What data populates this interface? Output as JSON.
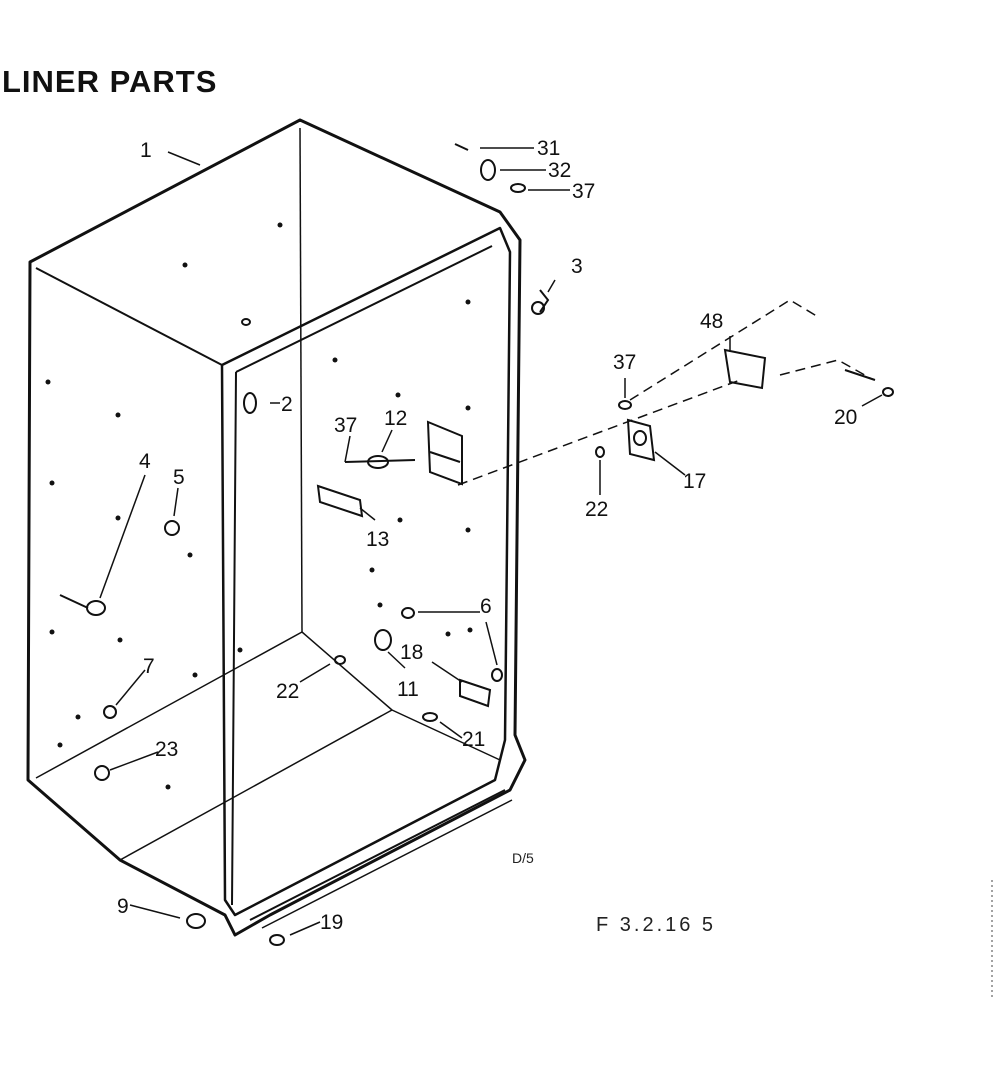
{
  "title": "LINER PARTS",
  "footer_codes": [
    "D/5",
    "F 3.2.16 5"
  ],
  "callouts": [
    {
      "id": "c1",
      "label": "1"
    },
    {
      "id": "c2",
      "label": "2"
    },
    {
      "id": "c3",
      "label": "3"
    },
    {
      "id": "c4",
      "label": "4"
    },
    {
      "id": "c5",
      "label": "5"
    },
    {
      "id": "c6",
      "label": "6"
    },
    {
      "id": "c7",
      "label": "7"
    },
    {
      "id": "c9",
      "label": "9"
    },
    {
      "id": "c11",
      "label": "11"
    },
    {
      "id": "c12",
      "label": "12"
    },
    {
      "id": "c13",
      "label": "13"
    },
    {
      "id": "c17",
      "label": "17"
    },
    {
      "id": "c18",
      "label": "18"
    },
    {
      "id": "c19",
      "label": "19"
    },
    {
      "id": "c20",
      "label": "20"
    },
    {
      "id": "c21",
      "label": "21"
    },
    {
      "id": "c22a",
      "label": "22"
    },
    {
      "id": "c22b",
      "label": "22"
    },
    {
      "id": "c23",
      "label": "23"
    },
    {
      "id": "c31",
      "label": "31"
    },
    {
      "id": "c32",
      "label": "32"
    },
    {
      "id": "c37a",
      "label": "37"
    },
    {
      "id": "c37b",
      "label": "37"
    },
    {
      "id": "c37c",
      "label": "37"
    },
    {
      "id": "c48",
      "label": "48"
    }
  ]
}
